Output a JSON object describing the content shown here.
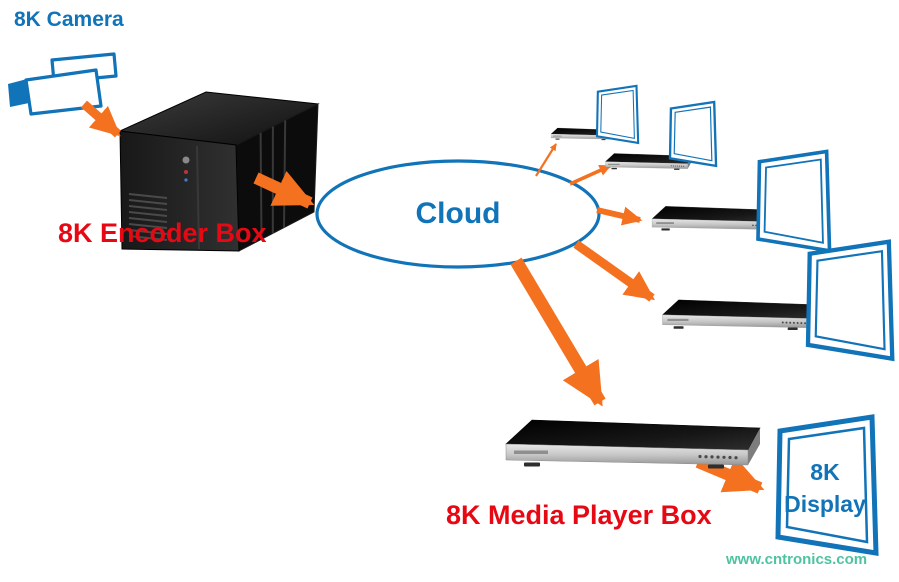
{
  "diagram": {
    "labels": {
      "camera": "8K Camera",
      "encoder": "8K Encoder Box",
      "cloud": "Cloud",
      "media_player": "8K Media Player Box",
      "display_line1": "8K",
      "display_line2": "Display"
    },
    "watermark": "www.cntronics.com",
    "colors": {
      "blue": "#1173b8",
      "red": "#e60914",
      "orange": "#f4711f",
      "teal": "#4fc3a1"
    },
    "icons": [
      "video-camera-icon",
      "encoder-box-image",
      "cloud-shape",
      "media-player-box",
      "monitor-display"
    ],
    "connections": [
      {
        "from": "8K Camera",
        "to": "8K Encoder Box"
      },
      {
        "from": "8K Encoder Box",
        "to": "Cloud"
      },
      {
        "from": "Cloud",
        "to": "Media Player Box 1"
      },
      {
        "from": "Cloud",
        "to": "Media Player Box 2"
      },
      {
        "from": "Cloud",
        "to": "Media Player Box 3"
      },
      {
        "from": "Cloud",
        "to": "Media Player Box 4"
      },
      {
        "from": "Cloud",
        "to": "8K Media Player Box"
      },
      {
        "from": "8K Media Player Box",
        "to": "8K Display"
      }
    ]
  }
}
